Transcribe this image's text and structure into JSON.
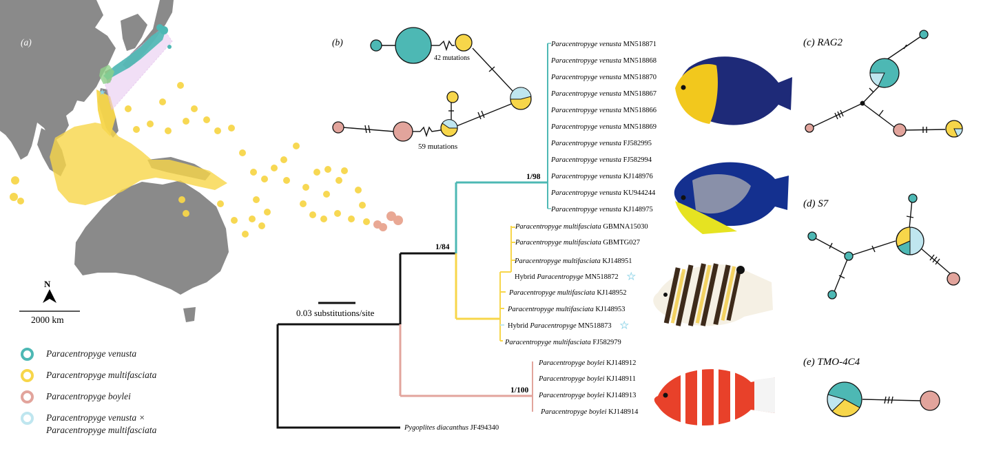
{
  "panels": {
    "a": "(a)",
    "b": "(b)",
    "c": "(c) RAG2",
    "d": "(d) S7",
    "e": "(e) TMO-4C4"
  },
  "colors": {
    "venusta": "#4db8b4",
    "multifasciata": "#f7d64a",
    "boylei": "#e2a49c",
    "hybrid": "#bfe6ef",
    "land": "#8a8a8a",
    "outgroup": "#111111"
  },
  "map": {
    "north": "N",
    "scale": "2000 km"
  },
  "legend": [
    {
      "label": "Paracentropyge venusta",
      "color": "#4db8b4"
    },
    {
      "label": "Paracentropyge multifasciata",
      "color": "#f7d64a"
    },
    {
      "label": "Paracentropyge boylei",
      "color": "#e2a49c"
    },
    {
      "label": "Paracentropyge venusta ×",
      "label2": "Paracentropyge multifasciata",
      "color": "#bfe6ef"
    }
  ],
  "network_b": {
    "mut1": "42 mutations",
    "mut2": "59 mutations"
  },
  "tree": {
    "scale_label": "0.03 substitutions/site",
    "support": {
      "venusta": "1/98",
      "ingroup": "1/84",
      "boylei": "1/100"
    },
    "tips": [
      {
        "genus": "Paracentropyge venusta",
        "acc": "MN518871"
      },
      {
        "genus": "Paracentropyge venusta",
        "acc": "MN518868"
      },
      {
        "genus": "Paracentropyge venusta",
        "acc": "MN518870"
      },
      {
        "genus": "Paracentropyge venusta",
        "acc": "MN518867"
      },
      {
        "genus": "Paracentropyge venusta",
        "acc": "MN518866"
      },
      {
        "genus": "Paracentropyge venusta",
        "acc": "MN518869"
      },
      {
        "genus": "Paracentropyge venusta",
        "acc": "FJ582995"
      },
      {
        "genus": "Paracentropyge venusta",
        "acc": "FJ582994"
      },
      {
        "genus": "Paracentropyge venusta",
        "acc": "KJ148976"
      },
      {
        "genus": "Paracentropyge venusta",
        "acc": "KU944244"
      },
      {
        "genus": "Paracentropyge venusta",
        "acc": "KJ148975"
      },
      {
        "genus": "Paracentropyge multifasciata",
        "acc": "GBMNA15030"
      },
      {
        "genus": "Paracentropyge multifasciata",
        "acc": "GBMTG027"
      },
      {
        "genus": "Paracentropyge multifasciata",
        "acc": "KJ148951"
      },
      {
        "pre": "Hybrid",
        "genus": "Paracentropyge",
        "acc": "MN518872"
      },
      {
        "genus": "Paracentropyge multifasciata",
        "acc": "KJ148952"
      },
      {
        "genus": "Paracentropyge multifasciata",
        "acc": "KJ148953"
      },
      {
        "pre": "Hybrid",
        "genus": "Paracentropyge",
        "acc": "MN518873"
      },
      {
        "genus": "Paracentropyge multifasciata",
        "acc": "FJ582979"
      },
      {
        "genus": "Paracentropyge boylei",
        "acc": "KJ148912"
      },
      {
        "genus": "Paracentropyge boylei",
        "acc": "KJ148911"
      },
      {
        "genus": "Paracentropyge boylei",
        "acc": "KJ148913"
      },
      {
        "genus": "Paracentropyge boylei",
        "acc": "KJ148914"
      },
      {
        "genus": "Pygoplites diacanthus",
        "acc": "JF494340"
      }
    ]
  }
}
